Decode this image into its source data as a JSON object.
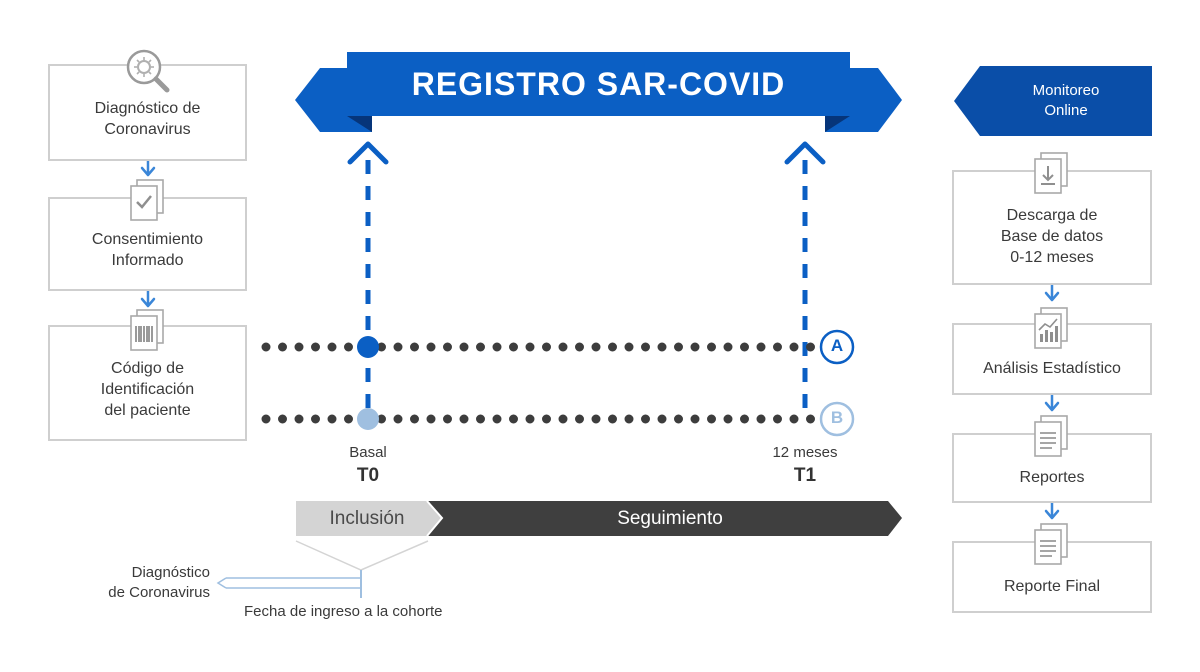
{
  "banner": {
    "title": "REGISTRO SAR-COVID",
    "color": "#0b5fc4",
    "dark": "#0a4a9c"
  },
  "left_steps": [
    {
      "label": "Diagnóstico de\nCoronavirus",
      "icon": "magnifier-virus-icon"
    },
    {
      "label": "Consentimiento\nInformado",
      "icon": "document-check-icon"
    },
    {
      "label": "Código de\nIdentificación\ndel paciente",
      "icon": "document-barcode-icon"
    }
  ],
  "right": {
    "monitor_label": "Monitoreo\nOnline",
    "steps": [
      {
        "label": "Descarga de\nBase de datos\n0-12 meses",
        "icon": "document-download-icon"
      },
      {
        "label": "Análisis Estadístico",
        "icon": "document-chart-icon"
      },
      {
        "label": "Reportes",
        "icon": "document-lines-icon"
      },
      {
        "label": "Reporte Final",
        "icon": "document-lines-icon"
      }
    ]
  },
  "timeline": {
    "start_label": "Basal",
    "start_code": "T0",
    "end_label": "12 meses",
    "end_code": "T1",
    "row_a": "A",
    "row_b": "B"
  },
  "phases": {
    "inclusion": "Inclusión",
    "seguimiento": "Seguimiento"
  },
  "bottom": {
    "diagnostic_label": "Diagnóstico\nde Coronavirus",
    "cohort_label": "Fecha de ingreso a la cohorte"
  },
  "colors": {
    "blue": "#0b5fc4",
    "light_blue": "#9fbfe0",
    "dots": "#3d3d3d",
    "border": "#cfcfcf",
    "phase_light": "#d4d4d4",
    "phase_dark": "#3f3f3f"
  }
}
